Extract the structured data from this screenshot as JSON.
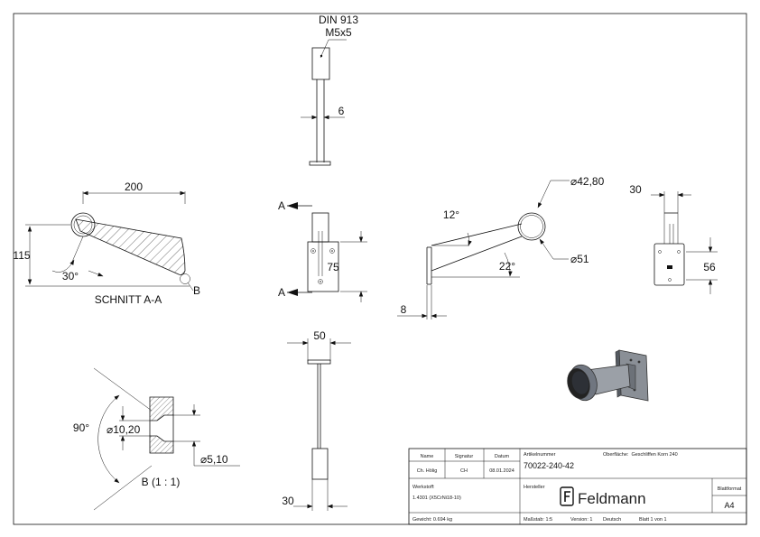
{
  "drawing": {
    "thread_spec": {
      "line1": "DIN 913",
      "line2": "M5x5"
    },
    "dims": {
      "d6": "6",
      "d200": "200",
      "d115": "115",
      "d30deg": "30°",
      "d75": "75",
      "d12deg": "12°",
      "d22deg": "22°",
      "d4280": "42,80",
      "d51": "51",
      "d8": "8",
      "d30": "30",
      "d56": "56",
      "d50": "50",
      "d90deg": "90°",
      "d1020": "10,20",
      "d510": "5,10",
      "d30b": "30"
    },
    "labels": {
      "section_a1": "A",
      "section_a2": "A",
      "detail_b": "B",
      "section_caption": "SCHNITT A-A",
      "detail_caption": "B (1 : 1)"
    }
  },
  "title_block": {
    "col_name": "Name",
    "col_signatur": "Signatur",
    "col_datum": "Datum",
    "name_val": "Ch. Hölig",
    "sig_val": "CH",
    "date_val": "08.01.2024",
    "art_label": "Artikelnummer",
    "art_val": "70022-240-42",
    "surface_label": "Oberfläche:",
    "surface_val": "Geschliffen Korn 240",
    "material_label": "Werkstoff:",
    "material_val": "1.4301 (X5CrNi18-10)",
    "maker_label": "Hersteller",
    "brand": "Feldmann",
    "format_label": "Blattformat",
    "format_val": "A4",
    "weight": "Gewicht: 0.694 kg",
    "scale": "Maßstab: 1:5",
    "version": "Version: 1",
    "language": "Deutsch",
    "sheet": "Blatt 1 von 1"
  }
}
